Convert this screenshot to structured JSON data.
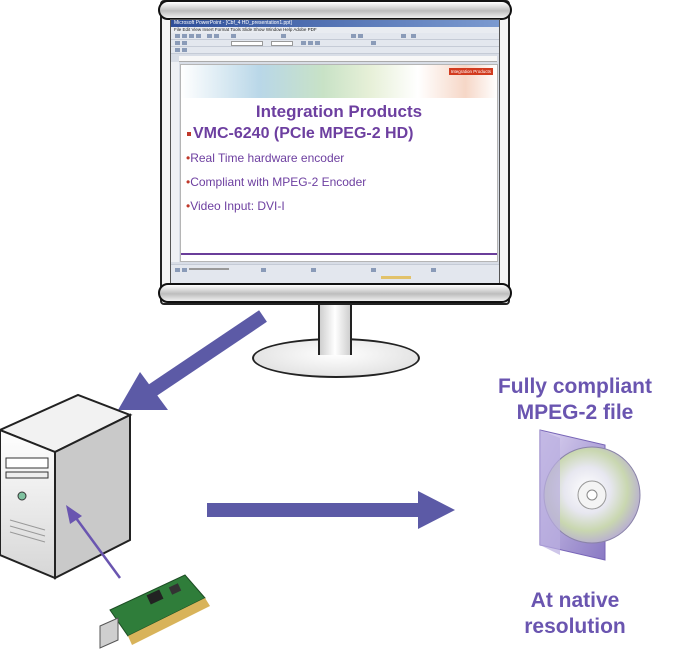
{
  "monitor": {
    "app_title": "Microsoft PowerPoint - [Cbf_4 HD_presentation1.ppt]",
    "menu_items": "File  Edit  View  Insert  Format  Tools  Slide Show  Window  Help  Adobe PDF",
    "slide": {
      "tag": "Integration Products",
      "title": "Integration Products",
      "heading": "VMC-6240 (PCIe MPEG-2 HD)",
      "bullets": [
        "Real Time hardware encoder",
        "Compliant with MPEG-2 Encoder",
        "Video Input: DVI-I"
      ]
    }
  },
  "captions": {
    "top_line1": "Fully compliant",
    "top_line2": "MPEG-2 file",
    "bottom_line1": "At native",
    "bottom_line2": "resolution"
  },
  "colors": {
    "caption_purple": "#6a55b0",
    "arrow_blue": "#5c5aa6",
    "slide_purple": "#6d3fa0"
  },
  "icons": [
    "monitor-icon",
    "computer-tower-icon",
    "capture-card-icon",
    "dvd-case-icon",
    "arrow-icon"
  ]
}
